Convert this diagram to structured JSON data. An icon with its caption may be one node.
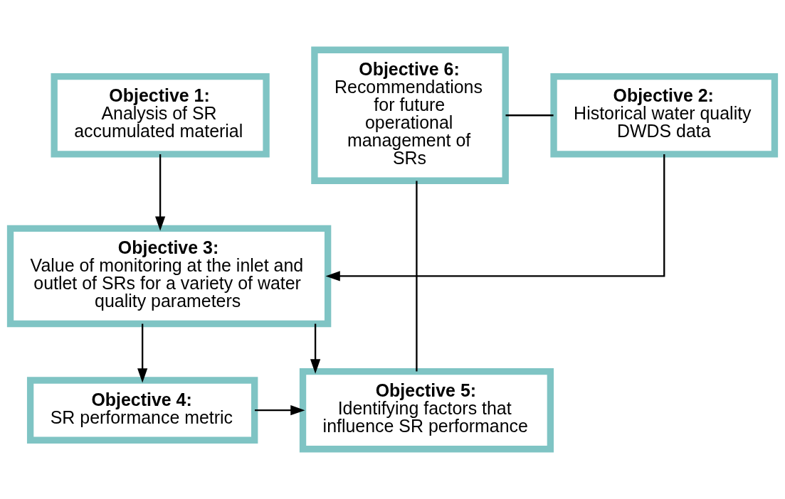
{
  "diagram": {
    "nodes": [
      {
        "text": [
          "Objective 1:",
          "Analysis of SR accumulated material"
        ]
      },
      {
        "text": [
          "Objective 2:",
          "Historical water quality DWDS data"
        ]
      },
      {
        "text": [
          "Objective 3:",
          "Value of monitoring at the inlet and outlet of SRs for a variety of water quality parameters"
        ]
      },
      {
        "text": [
          "Objective 4:",
          "SR performance metric"
        ]
      },
      {
        "text": [
          "Objective 5:",
          "Identifying factors that influence SR performance"
        ]
      },
      {
        "text": [
          "Objective 6:",
          "Recommendations for future operational management of SRs"
        ]
      }
    ],
    "edges": [
      {
        "from": 0,
        "to": 2,
        "arrow": "to"
      },
      {
        "from": 1,
        "to": 2,
        "arrow": "to"
      },
      {
        "from": 2,
        "to": 3,
        "arrow": "to"
      },
      {
        "from": 2,
        "to": 4,
        "arrow": "to"
      },
      {
        "from": 3,
        "to": 4,
        "arrow": "to"
      },
      {
        "from": 1,
        "to": 5,
        "arrow": "none"
      },
      {
        "from": 4,
        "to": 5,
        "arrow": "none"
      }
    ]
  }
}
